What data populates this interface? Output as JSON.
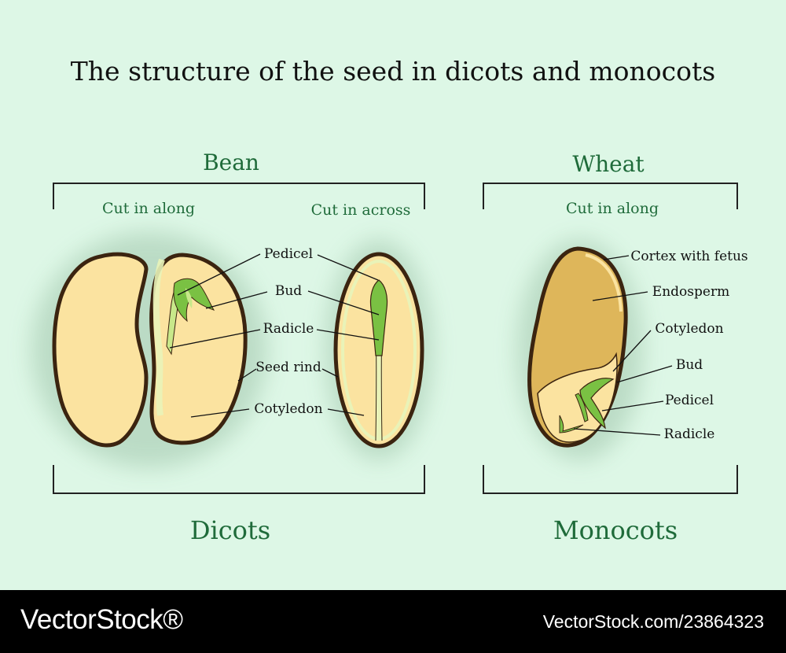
{
  "title": "The structure of the seed in dicots and monocots",
  "colors": {
    "background": "#ddf7e6",
    "seed_fill": "#fbe3a0",
    "seed_outline": "#3b2410",
    "endosperm": "#deb65a",
    "embryo_green": "#7ac143",
    "embryo_light": "#c8e88a",
    "heading_green": "#1f6b3a"
  },
  "dicots": {
    "name": "Bean",
    "cut_along": "Cut in along",
    "cut_across": "Cut in across",
    "labels": [
      "Pedicel",
      "Bud",
      "Radicle",
      "Seed rind",
      "Cotyledon"
    ],
    "group": "Dicots"
  },
  "monocots": {
    "name": "Wheat",
    "cut_along": "Cut in along",
    "labels": [
      "Cortex with fetus",
      "Endosperm",
      "Cotyledon",
      "Bud",
      "Pedicel",
      "Radicle"
    ],
    "group": "Monocots"
  },
  "footer": {
    "logo": "VectorStock®",
    "image_id": "VectorStock.com/23864323"
  }
}
